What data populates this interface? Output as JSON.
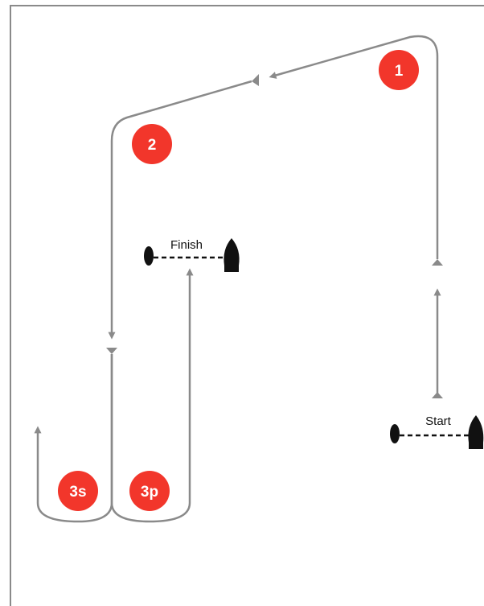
{
  "colors": {
    "route": "#8a8a8a",
    "mark_fill": "#f2362b",
    "mark_text": "#ffffff",
    "buoy": "#111111",
    "frame": "#8a8a8a"
  },
  "start_label": "Start",
  "finish_label": "Finish",
  "marks": {
    "m1": "1",
    "m2": "2",
    "m3s": "3s",
    "m3p": "3p"
  }
}
